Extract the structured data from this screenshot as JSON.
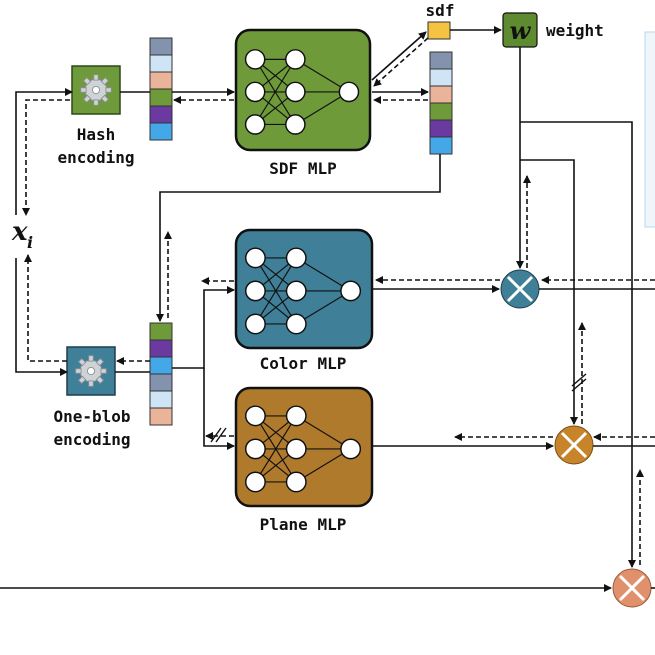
{
  "colors": {
    "hash_block": "#6e9a3c",
    "sdf_mlp": "#6f9a3a",
    "color_mlp": "#3f7f98",
    "plane_mlp": "#b07a2c",
    "sdf_output": "#f5c242",
    "weight_box": "#5e8a30",
    "mult_blue": "#3f7f98",
    "mult_orange": "#c8842a",
    "mult_salmon": "#e0906a",
    "feature_palette": [
      "#8393ad",
      "#cfe4f4",
      "#eab49a",
      "#6f9a3a",
      "#6a3aa0",
      "#44a8e8"
    ]
  },
  "labels": {
    "hash_encoding_line1": "Hash",
    "hash_encoding_line2": "encoding",
    "oneblob_encoding_line1": "One-blob",
    "oneblob_encoding_line2": "encoding",
    "sdf_mlp": "SDF MLP",
    "color_mlp": "Color MLP",
    "plane_mlp": "Plane MLP",
    "sdf": "sdf",
    "weight": "weight",
    "weight_symbol": "w",
    "input_symbol": "x",
    "input_subscript": "i"
  },
  "icons": {
    "hash_encoder": "gear-icon",
    "oneblob_encoder": "gear-icon",
    "multiply": "multiply-icon"
  }
}
